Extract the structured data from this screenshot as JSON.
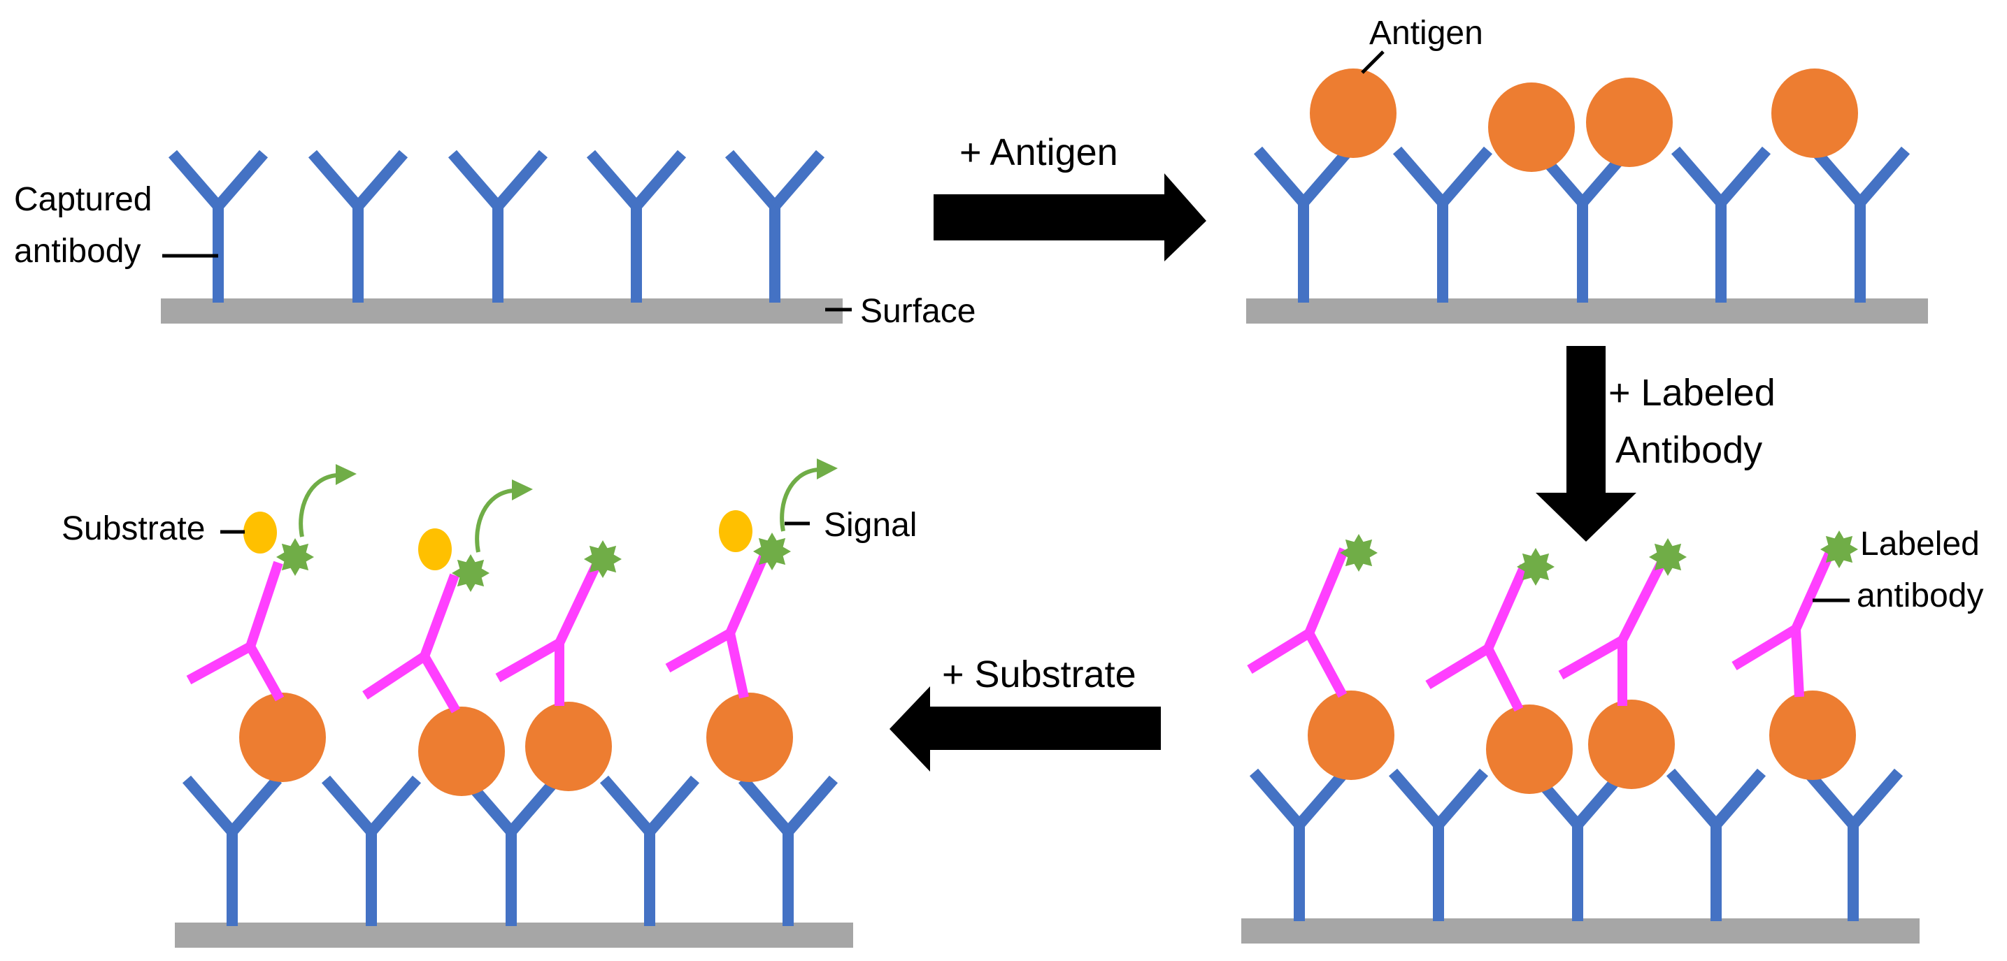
{
  "labels": {
    "captured_antibody_line1": "Captured",
    "captured_antibody_line2": "antibody",
    "surface": "Surface",
    "antigen": "Antigen",
    "labeled_antibody_line1": "Labeled",
    "labeled_antibody_line2": "antibody",
    "substrate": "Substrate",
    "signal": "Signal"
  },
  "steps": {
    "add_antigen": "+ Antigen",
    "add_labeled_antibody_line1": "+ Labeled",
    "add_labeled_antibody_line2": "Antibody",
    "add_substrate": "+ Substrate"
  },
  "colors": {
    "captured_antibody": "#4472C4",
    "surface": "#A6A6A6",
    "antigen": "#ED7D31",
    "labeled_antibody": "#FF3FFF",
    "label_tag": "#70AD47",
    "substrate": "#FFC000",
    "arrow": "#000000",
    "text": "#000000"
  }
}
